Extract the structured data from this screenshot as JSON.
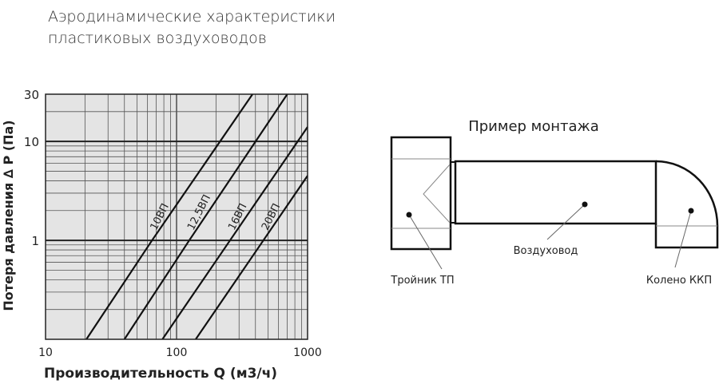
{
  "title_lines": [
    "Аэродинамические характеристики",
    "пластиковых воздуховодов"
  ],
  "chart_data": {
    "type": "line",
    "title": "Аэродинамические характеристики пластиковых воздуховодов",
    "xlabel": "Производительность Q (м3/ч)",
    "ylabel": "Потеря давления ∆ P (Па)",
    "xscale": "log",
    "yscale": "log",
    "xlim": [
      10,
      1000
    ],
    "ylim": [
      0.1,
      30
    ],
    "xticks": [
      {
        "value": 10,
        "label": "10"
      },
      {
        "value": 100,
        "label": "100"
      },
      {
        "value": 1000,
        "label": "1000"
      }
    ],
    "yticks": [
      {
        "value": 1,
        "label": "1"
      },
      {
        "value": 10,
        "label": "10"
      },
      {
        "value": 30,
        "label": "30"
      }
    ],
    "grid": true,
    "series": [
      {
        "name": "10ВП",
        "points": [
          [
            20.5,
            0.1
          ],
          [
            65,
            1
          ],
          [
            380,
            30
          ]
        ]
      },
      {
        "name": "12,5ВП",
        "points": [
          [
            40,
            0.1
          ],
          [
            125,
            1
          ],
          [
            700,
            30
          ]
        ]
      },
      {
        "name": "16ВП",
        "points": [
          [
            78,
            0.1
          ],
          [
            256,
            1
          ],
          [
            1000,
            14
          ]
        ]
      },
      {
        "name": "20ВП",
        "points": [
          [
            140,
            0.1
          ],
          [
            460,
            1
          ],
          [
            1000,
            4.5
          ]
        ]
      }
    ]
  },
  "diagram": {
    "title": "Пример монтажа",
    "labels": {
      "tee": "Тройник ТП",
      "duct": "Воздуховод",
      "elbow": "Колено ККП"
    }
  }
}
